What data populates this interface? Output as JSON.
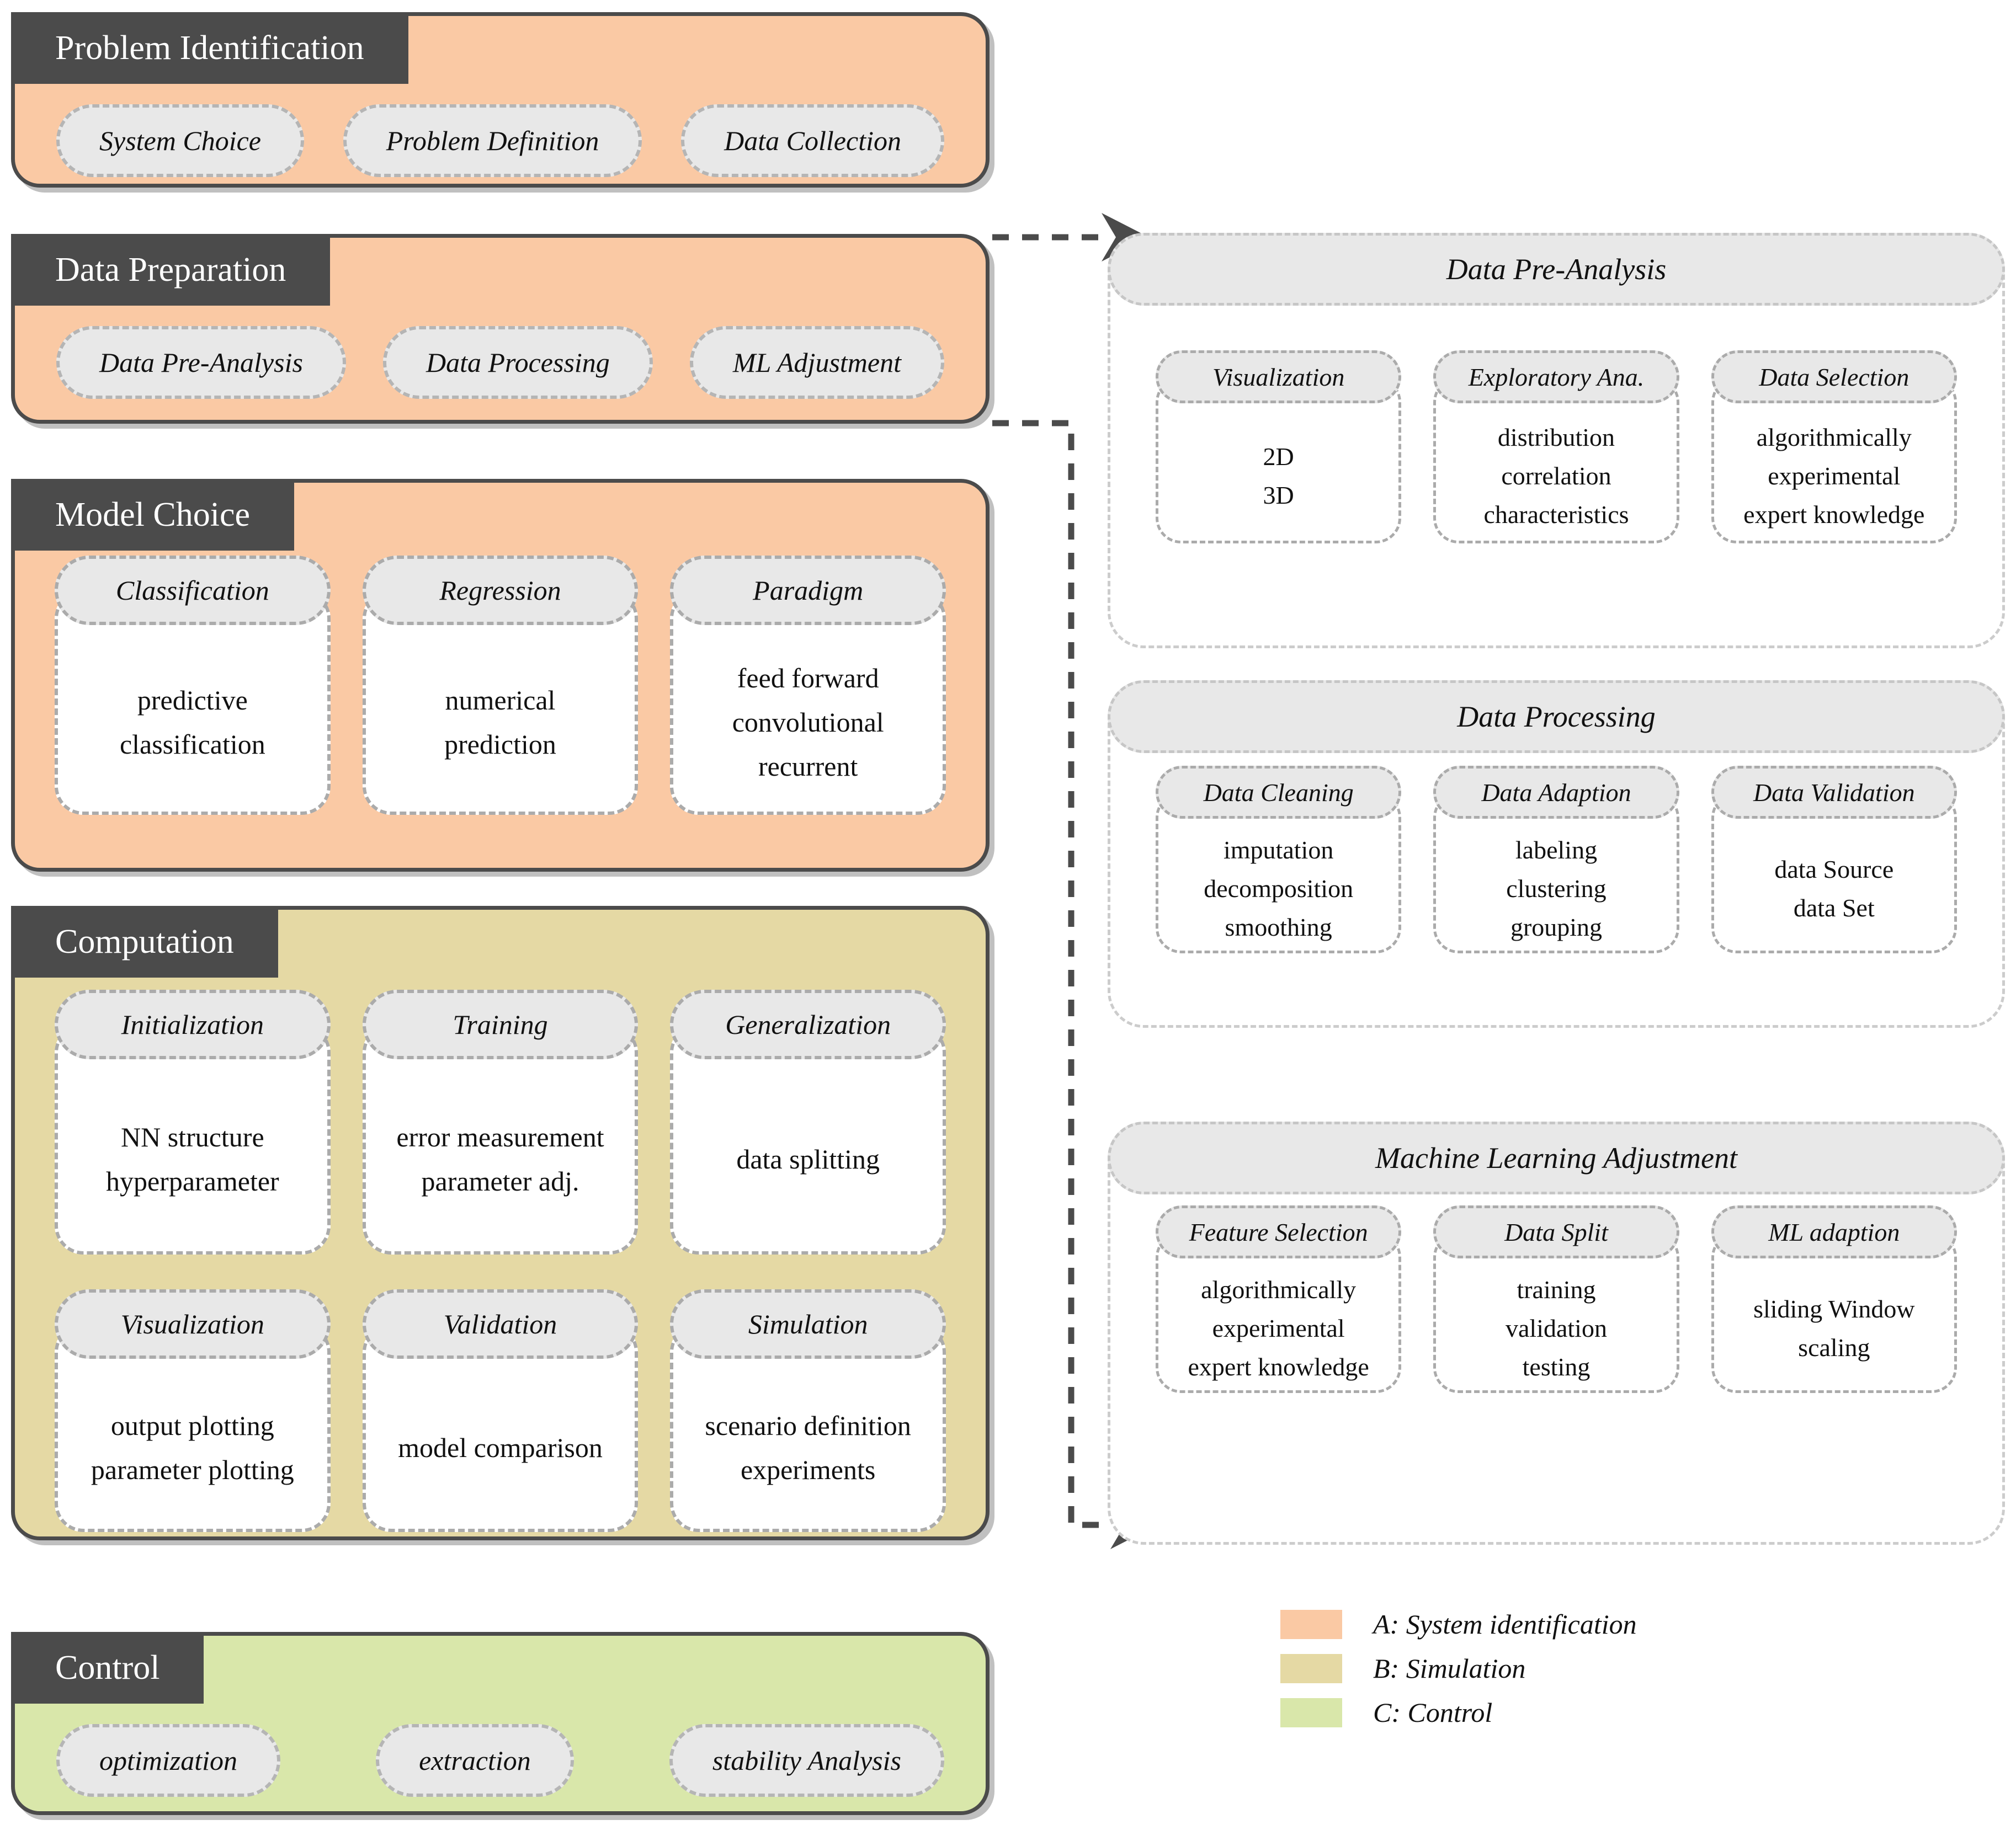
{
  "colors": {
    "dark_frame": "#4b4b4b",
    "system_identification": "#fac9a4",
    "simulation": "#e5d9a4",
    "control": "#d9e7aa",
    "pill_fill": "#e8e8e8",
    "pill_border": "#b5b5b5",
    "card_border": "#ababab",
    "panel_border": "#cccccc",
    "connector": "#4b4b4b"
  },
  "left_boxes": [
    {
      "title": "Problem Identification",
      "pills": [
        "System Choice",
        "Problem Definition",
        "Data Collection"
      ]
    },
    {
      "title": "Data Preparation",
      "pills": [
        "Data Pre-Analysis",
        "Data Processing",
        "ML Adjustment"
      ]
    },
    {
      "title": "Model Choice",
      "cards": [
        {
          "title": "Classification",
          "lines": [
            "predictive",
            "classification"
          ]
        },
        {
          "title": "Regression",
          "lines": [
            "numerical",
            "prediction"
          ]
        },
        {
          "title": "Paradigm",
          "lines": [
            "feed forward",
            "convolutional",
            "recurrent"
          ]
        }
      ]
    },
    {
      "title": "Computation",
      "card_rows": [
        [
          {
            "title": "Initialization",
            "lines": [
              "NN structure",
              "hyperparameter"
            ]
          },
          {
            "title": "Training",
            "lines": [
              "error measurement",
              "parameter adj."
            ]
          },
          {
            "title": "Generalization",
            "lines": [
              "data splitting"
            ]
          }
        ],
        [
          {
            "title": "Visualization",
            "lines": [
              "output plotting",
              "parameter plotting"
            ]
          },
          {
            "title": "Validation",
            "lines": [
              "model comparison"
            ]
          },
          {
            "title": "Simulation",
            "lines": [
              "scenario definition",
              "experiments"
            ]
          }
        ]
      ]
    },
    {
      "title": "Control",
      "pills": [
        "optimization",
        "extraction",
        "stability Analysis"
      ]
    }
  ],
  "right_panels": [
    {
      "title": "Data Pre-Analysis",
      "cards": [
        {
          "title": "Visualization",
          "lines": [
            "2D",
            "3D"
          ]
        },
        {
          "title": "Exploratory Ana.",
          "lines": [
            "distribution",
            "correlation",
            "characteristics"
          ]
        },
        {
          "title": "Data Selection",
          "lines": [
            "algorithmically",
            "experimental",
            "expert knowledge"
          ]
        }
      ]
    },
    {
      "title": "Data Processing",
      "cards": [
        {
          "title": "Data Cleaning",
          "lines": [
            "imputation",
            "decomposition",
            "smoothing"
          ]
        },
        {
          "title": "Data Adaption",
          "lines": [
            "labeling",
            "clustering",
            "grouping"
          ]
        },
        {
          "title": "Data Validation",
          "lines": [
            "data Source",
            "data Set"
          ]
        }
      ]
    },
    {
      "title": "Machine Learning Adjustment",
      "cards": [
        {
          "title": "Feature Selection",
          "lines": [
            "algorithmically",
            "experimental",
            "expert knowledge"
          ]
        },
        {
          "title": "Data Split",
          "lines": [
            "training",
            "validation",
            "testing"
          ]
        },
        {
          "title": "ML adaption",
          "lines": [
            "sliding Window",
            "scaling"
          ]
        }
      ]
    }
  ],
  "legend": {
    "items": [
      {
        "label": "A: System identification",
        "color": "#fac9a4"
      },
      {
        "label": "B: Simulation",
        "color": "#e5d9a4"
      },
      {
        "label": "C: Control",
        "color": "#d9e7aa"
      }
    ]
  }
}
